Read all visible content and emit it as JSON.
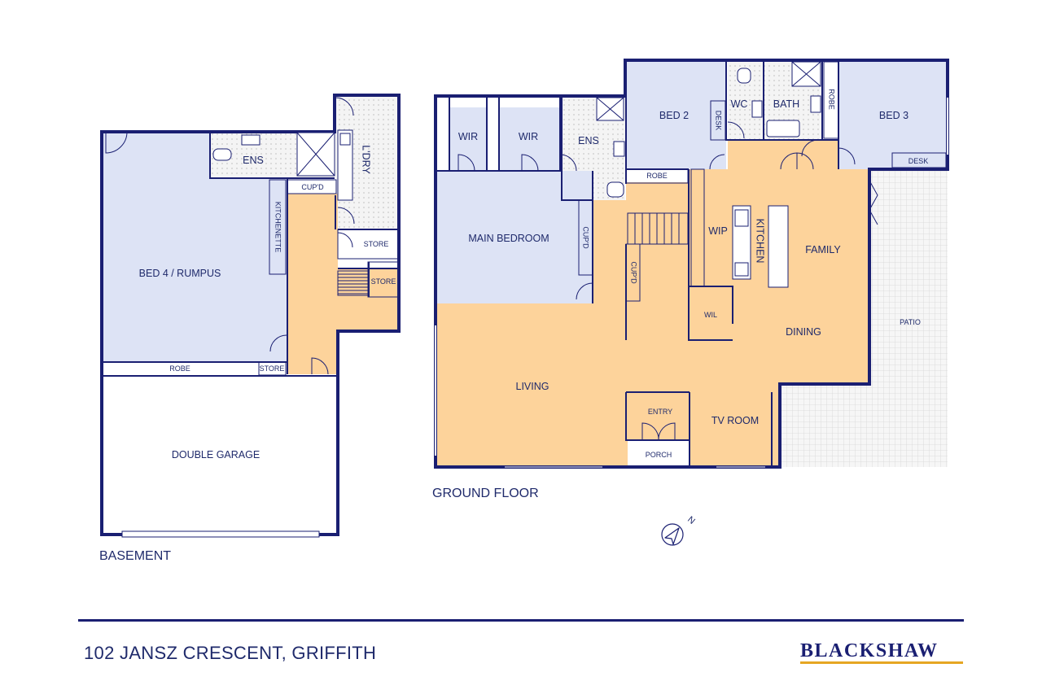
{
  "colors": {
    "wall": "#1a1f72",
    "text": "#1f2a6b",
    "living_fill": "#fdd39b",
    "bedroom_fill": "#dde3f5",
    "tile_fill": "#f3f3f3",
    "outdoor_fill": "#f3f3f3",
    "accent": "#e6a623"
  },
  "floors": {
    "basement": {
      "caption": "BASEMENT",
      "rooms": {
        "bed4": "BED 4 / RUMPUS",
        "ens": "ENS",
        "kitchenette": "KITCHENETTE",
        "cupd": "CUP'D",
        "laundry": "L'DRY",
        "store_upper": "STORE",
        "store_lower": "STORE",
        "robe": "ROBE",
        "store_robe": "STORE",
        "garage": "DOUBLE GARAGE"
      }
    },
    "ground": {
      "caption": "GROUND FLOOR",
      "rooms": {
        "wir1": "WIR",
        "wir2": "WIR",
        "ens": "ENS",
        "bed2": "BED 2",
        "desk_bed2": "DESK",
        "wc": "WC",
        "bath": "BATH",
        "robe_bath": "ROBE",
        "bed3": "BED 3",
        "desk_bed3": "DESK",
        "robe_hall": "ROBE",
        "main_bedroom": "MAIN BEDROOM",
        "cupd_main": "CUP'D",
        "cupd_hall": "CUP'D",
        "wip": "WIP",
        "kitchen": "KITCHEN",
        "family": "FAMILY",
        "wil": "WIL",
        "dining": "DINING",
        "patio": "PATIO",
        "living": "LIVING",
        "entry": "ENTRY",
        "porch": "PORCH",
        "tv_room": "TV ROOM"
      }
    }
  },
  "compass": {
    "label": "N"
  },
  "footer": {
    "address": "102 JANSZ CRESCENT, GRIFFITH",
    "brand": "BLACKSHAW"
  }
}
